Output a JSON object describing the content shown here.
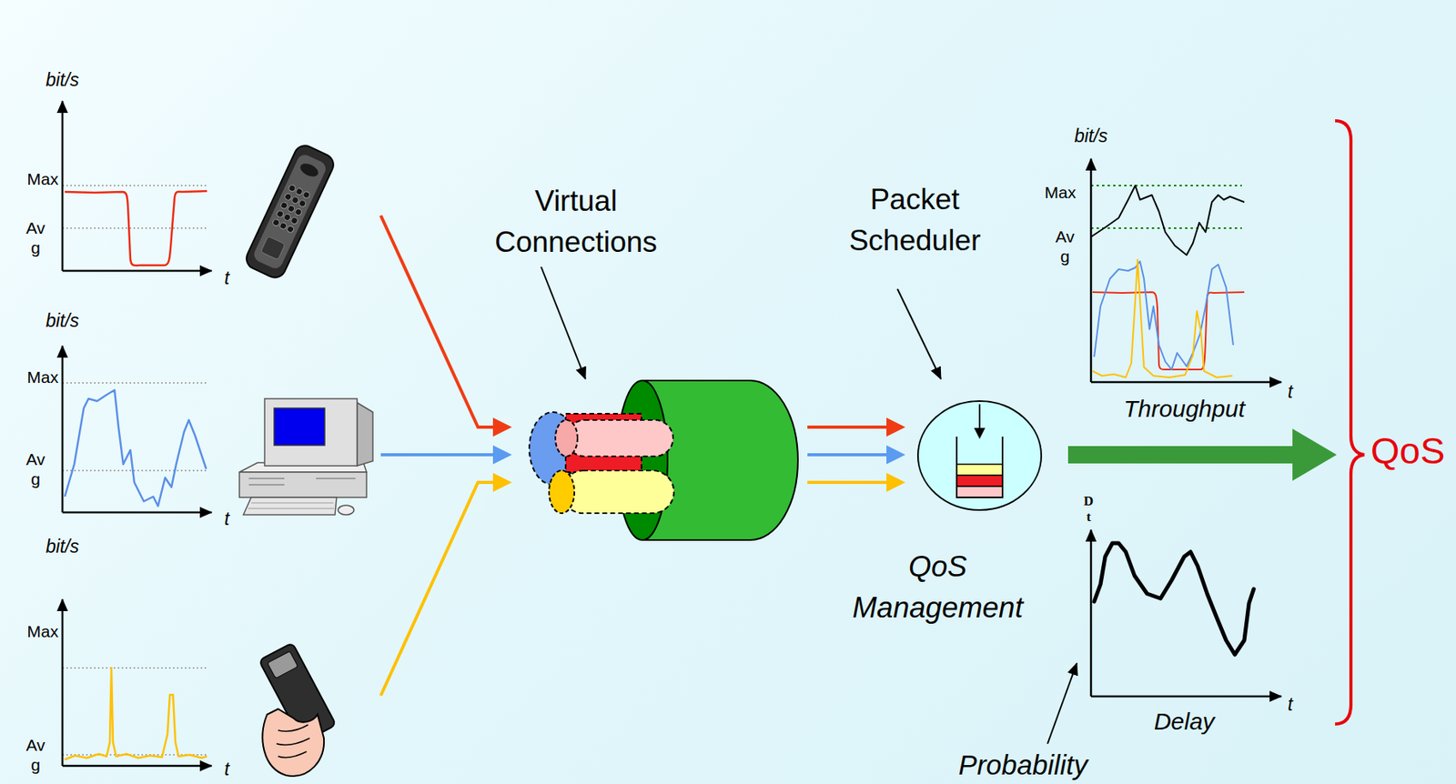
{
  "diagram": {
    "nodes": [
      {
        "text": [
          "QoS Management"
        ]
      }
    ],
    "labels": [
      "bit/s",
      "Max",
      "Av g",
      "t",
      "bit/s",
      "Max",
      "Av g",
      "t",
      "bit/s",
      "Max",
      "Av g",
      "t",
      "Virtual Connections",
      "Packet Scheduler",
      "bit/s",
      "Max",
      "Av g",
      "t",
      "Throughput",
      "QoS",
      "D t",
      "t",
      "Delay",
      "Probability"
    ]
  }
}
